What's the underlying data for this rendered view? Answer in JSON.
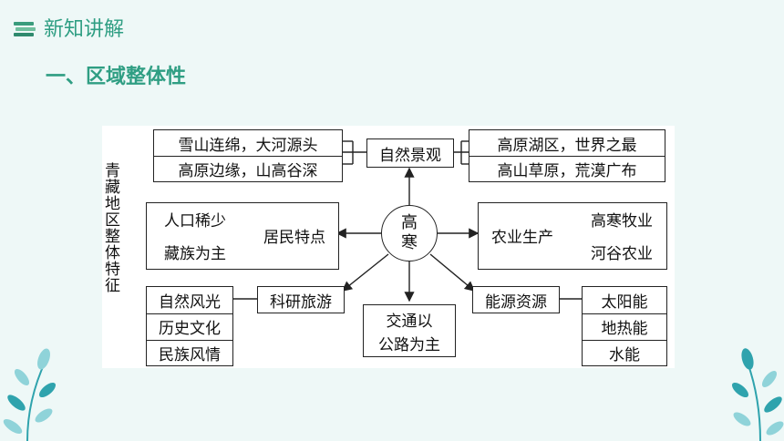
{
  "header": {
    "title": "新知讲解",
    "icon": "book-stack-icon"
  },
  "section_title": "一、区域整体性",
  "diagram": {
    "vertical_title": "青藏地区整体特征",
    "center": [
      "高",
      "寒"
    ],
    "top": {
      "label": "自然景观",
      "left_items": [
        "雪山连绵，大河源头",
        "高原边缘，山高谷深"
      ],
      "right_items": [
        "高原湖区，世界之最",
        "高山草原，荒漠广布"
      ]
    },
    "left": {
      "label": "居民特点",
      "items": [
        "人口稀少",
        "藏族为主"
      ]
    },
    "right": {
      "label": "农业生产",
      "items": [
        "高寒牧业",
        "河谷农业"
      ]
    },
    "bottom_left": {
      "label": "科研旅游",
      "items": [
        "自然风光",
        "历史文化",
        "民族风情"
      ]
    },
    "bottom": {
      "lines": [
        "交通以",
        "公路为主"
      ]
    },
    "bottom_right": {
      "label": "能源资源",
      "items": [
        "太阳能",
        "地热能",
        "水能"
      ]
    }
  },
  "colors": {
    "accent": "#2f9e83",
    "background": "#eef8f7",
    "leaf_light": "#8fd3d9",
    "leaf_dark": "#2fa3ad"
  }
}
